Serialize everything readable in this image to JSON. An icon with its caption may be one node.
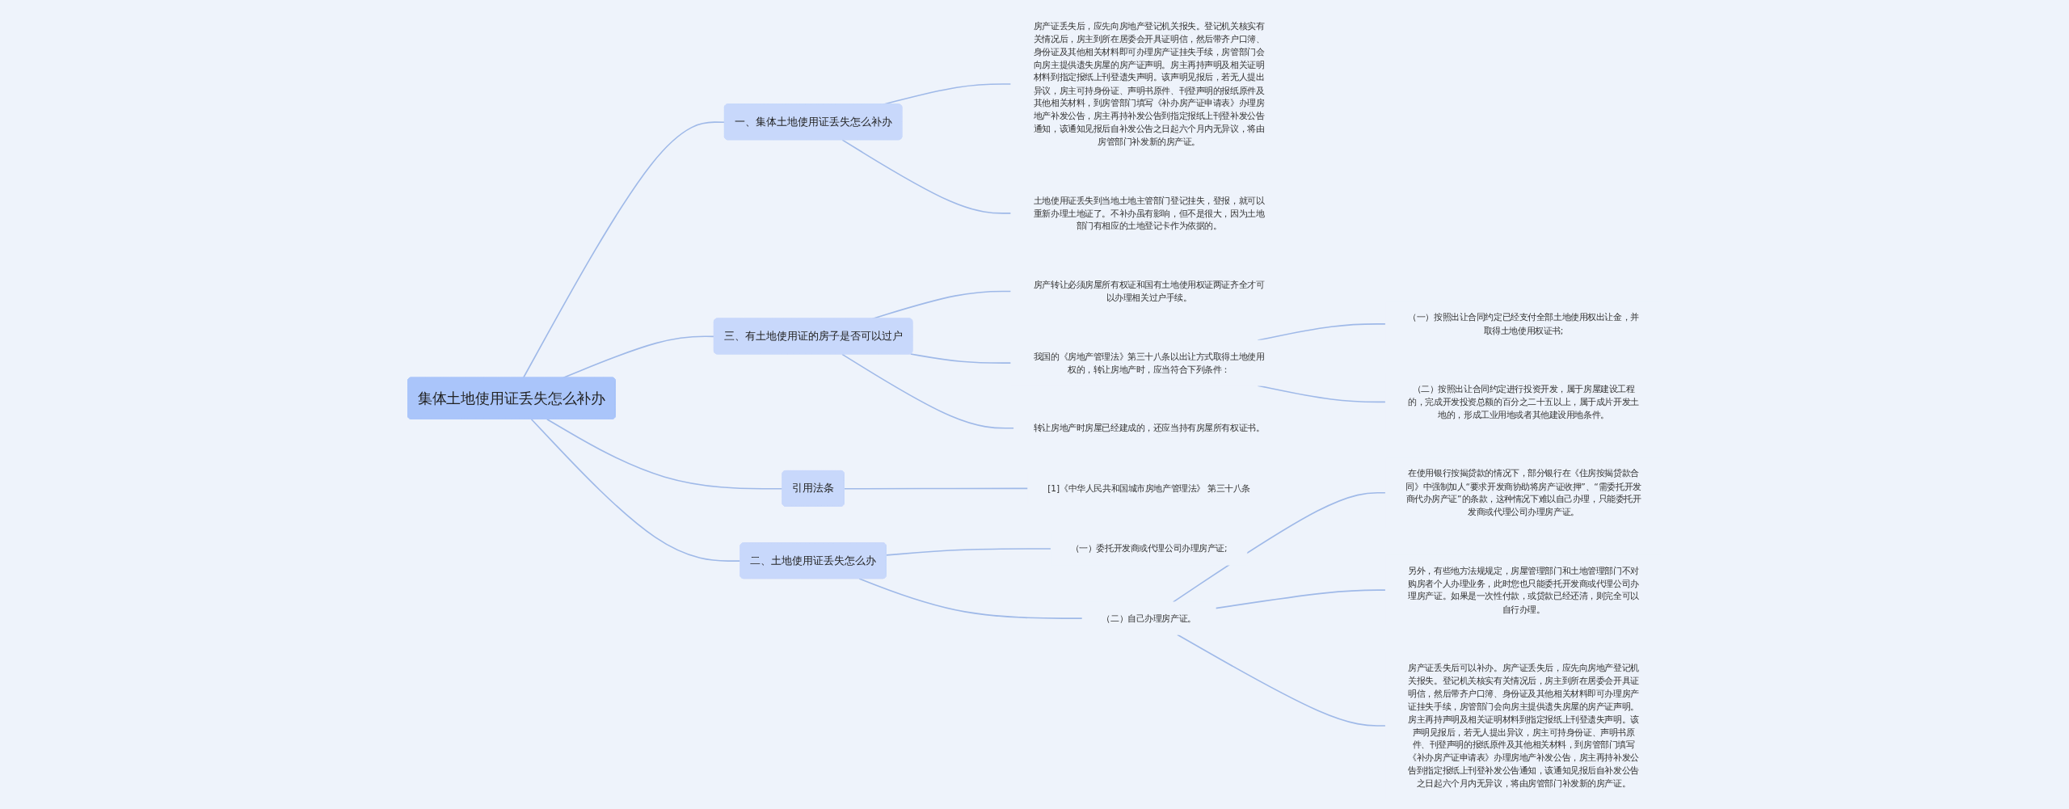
{
  "diagram": {
    "nodes": [
      {
        "text": [
          "集体土地使用证丢失怎么补办"
        ]
      },
      {
        "text": [
          "一、集体土地使用证丢失怎么补办"
        ]
      },
      {
        "text": [
          "房产证丢失后，应先向房地产登记机关报失。登记机关核实有关情况后，房主到所在居委会开具证明信，然后带齐户口簿、身份证及其他相关材料即可办理房产证挂失手续，房管部门会向房主提供遗失房屋的房产证声明。房主再持声明及相关证明材料到指定报纸上刊登遗失声明。该声明见报后，若无人提出异议，房主可持身份证、声明书原件、刊登声明的报纸原件及其他相关材料，到房管部门填写《补办房产证申请表》办理房地产补发公告，房主再持补发公告到指定报纸上刊登补发公告通知，该通知见报后自补发公告之日起六个月内无异议，将由房管部门补发新的房产证。"
        ]
      },
      {
        "text": [
          "土地使用证丢失到当地土地主管部门登记挂失，登报，就可以重新办理土地证了。不补办虽有影响，但不是很大，因为土地部门有相应的土地登记卡作为依据的。"
        ]
      },
      {
        "text": [
          "三、有土地使用证的房子是否可以过户"
        ]
      },
      {
        "text": [
          "房产转让必须房屋所有权证和国有土地使用权证两证齐全才可以办理相关过户手续。"
        ]
      },
      {
        "text": [
          "我国的《房地产管理法》第三十八条以出让方式取得土地使用权的，转让房地产时，应当符合下列条件："
        ]
      },
      {
        "text": [
          "（一）按照出让合同约定已经支付全部土地使用权出让金，并取得土地使用权证书;"
        ]
      },
      {
        "text": [
          "（二）按照出让合同约定进行投资开发，属于房屋建设工程的，完成开发投资总额的百分之二十五以上，属于成片开发土地的，形成工业用地或者其他建设用地条件。"
        ]
      },
      {
        "text": [
          "转让房地产时房屋已经建成的，还应当持有房屋所有权证书。"
        ]
      },
      {
        "text": [
          "二、土地使用证丢失怎么办"
        ]
      },
      {
        "text": [
          "（一）委托开发商或代理公司办理房产证;"
        ]
      },
      {
        "text": [
          "（二）自己办理房产证。"
        ]
      },
      {
        "text": [
          "在使用银行按揭贷款的情况下，部分银行在《住房按揭贷款合同》中强制加人“要求开发商协助将房产证收押”、“需委托开发商代办房产证”的条款，这种情况下难以自己办理，只能委托开发商或代理公司办理房产证。"
        ]
      },
      {
        "text": [
          "另外，有些地方法规规定，房屋管理部门和土地管理部门不对购房者个人办理业务，此时您也只能委托开发商或代理公司办理房产证。如果是一次性付款，或贷款已经还清，则完全可以自行办理。"
        ]
      },
      {
        "text": [
          "房产证丢失后可以补办。房产证丢失后，应先向房地产登记机关报失。登记机关核实有关情况后，房主到所在居委会开具证明信，然后带齐户口簿、身份证及其他相关材料即可办理房产证挂失手续，房管部门会向房主提供遗失房屋的房产证声明。房主再持声明及相关证明材料到指定报纸上刊登遗失声明。该声明见报后，若无人提出异议，房主可持身份证、声明书原件、刊登声明的报纸原件及其他相关材料，到房管部门填写《补办房产证申请表》办理房地产补发公告，房主再持补发公告到指定报纸上刊登补发公告通知，该通知见报后自补发公告之日起六个月内无异议，将由房管部门补发新的房产证。"
        ]
      },
      {
        "text": [
          "引用法条"
        ]
      },
      {
        "text": [
          "[1]《中华人民共和国城市房地产管理法》 第三十八条"
        ]
      }
    ],
    "edges": [
      {
        "from": 0,
        "to": 1,
        "arrow": "none"
      },
      {
        "from": 1,
        "to": 2,
        "arrow": "none"
      },
      {
        "from": 1,
        "to": 3,
        "arrow": "none"
      },
      {
        "from": 0,
        "to": 4,
        "arrow": "none"
      },
      {
        "from": 4,
        "to": 5,
        "arrow": "none"
      },
      {
        "from": 4,
        "to": 6,
        "arrow": "none"
      },
      {
        "from": 6,
        "to": 7,
        "arrow": "none"
      },
      {
        "from": 6,
        "to": 8,
        "arrow": "none"
      },
      {
        "from": 4,
        "to": 9,
        "arrow": "none"
      },
      {
        "from": 0,
        "to": 10,
        "arrow": "none"
      },
      {
        "from": 10,
        "to": 11,
        "arrow": "none"
      },
      {
        "from": 10,
        "to": 12,
        "arrow": "none"
      },
      {
        "from": 12,
        "to": 13,
        "arrow": "none"
      },
      {
        "from": 12,
        "to": 14,
        "arrow": "none"
      },
      {
        "from": 12,
        "to": 15,
        "arrow": "none"
      },
      {
        "from": 0,
        "to": 16,
        "arrow": "none"
      },
      {
        "from": 16,
        "to": 17,
        "arrow": "none"
      }
    ]
  }
}
